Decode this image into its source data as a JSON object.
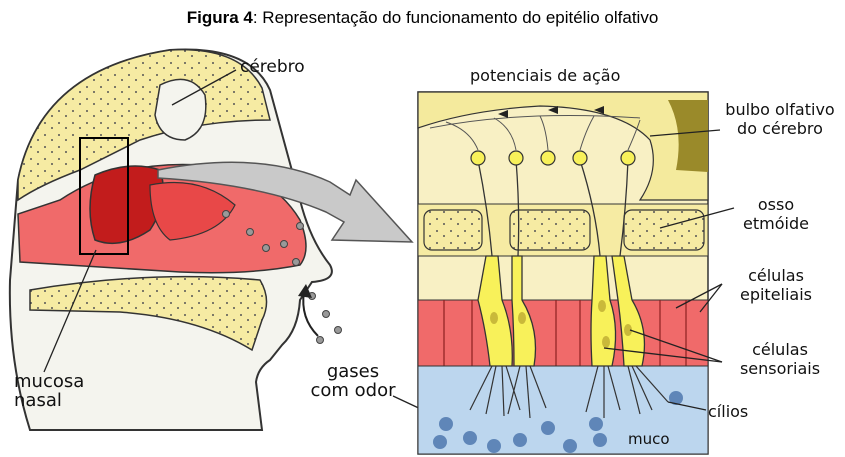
{
  "figure": {
    "title_bold": "Figura 4",
    "title_rest": ": Representação do funcionamento do epitélio olfativo"
  },
  "labels": {
    "cerebro": "cérebro",
    "potenciais": "potenciais de ação",
    "bulbo_1": "bulbo olfativo",
    "bulbo_2": "do cérebro",
    "osso_1": "osso",
    "osso_2": "etmóide",
    "epiteliais_1": "células",
    "epiteliais_2": "epiteliais",
    "sensoriais_1": "células",
    "sensoriais_2": "sensoriais",
    "cilios": "cílios",
    "muco": "muco",
    "mucosa_1": "mucosa",
    "mucosa_2": "nasal",
    "gases_1": "gases",
    "gases_2": "com odor"
  },
  "colors": {
    "bone": "#f6eba3",
    "bulb": "#f4ea9d",
    "bulb_dark": "#9a8a2a",
    "tissue": "#f06a6a",
    "tissue_dark": "#c21c1c",
    "mucus": "#bcd6ee",
    "droplet": "#5f86b8",
    "skin": "#f4f4ee",
    "neuron": "#f8f15a",
    "outline": "#333333"
  }
}
